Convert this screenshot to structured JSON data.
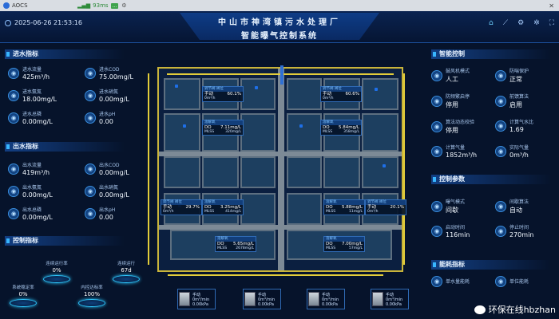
{
  "window": {
    "title": "AOCS",
    "ping": "93ms",
    "badge": "...",
    "close": "✕"
  },
  "header": {
    "datetime": "2025-06-26  21:53:16",
    "title_line1": "中山市神湾镇污水处理厂",
    "title_line2": "智能曝气控制系统",
    "nav_icons": [
      "home-icon",
      "chart-icon",
      "gear-icon",
      "settings-icon",
      "expand-icon"
    ]
  },
  "inflow": {
    "title": "进水指标",
    "items": [
      {
        "label": "进水流量",
        "value": "425m³/h"
      },
      {
        "label": "进水COD",
        "value": "75.00mg/L"
      },
      {
        "label": "进水氨氮",
        "value": "18.00mg/L"
      },
      {
        "label": "进水硝氮",
        "value": "0.00mg/L"
      },
      {
        "label": "进水总磷",
        "value": "0.00mg/L"
      },
      {
        "label": "进水pH",
        "value": "0.00"
      }
    ]
  },
  "outflow": {
    "title": "出水指标",
    "items": [
      {
        "label": "出水流量",
        "value": "419m³/h"
      },
      {
        "label": "出水COD",
        "value": "0.00mg/L"
      },
      {
        "label": "出水氨氮",
        "value": "0.00mg/L"
      },
      {
        "label": "出水硝氮",
        "value": "0.00mg/L"
      },
      {
        "label": "出水总磷",
        "value": "0.00mg/L"
      },
      {
        "label": "出水pH",
        "value": "0.00"
      }
    ]
  },
  "control_metrics": {
    "title": "控制指标",
    "rings": [
      {
        "label": "连续运行率",
        "value": "0%"
      },
      {
        "label": "连续运行",
        "value": "67d"
      },
      {
        "label": "系统稳定率",
        "value": "0%"
      },
      {
        "label": "内控达标率",
        "value": "100%"
      }
    ]
  },
  "smart_control": {
    "title": "智能控制",
    "items": [
      {
        "label": "鼓风机模式",
        "value": "人工"
      },
      {
        "label": "防喘保护",
        "value": "正常"
      },
      {
        "label": "防频繁启停",
        "value": "停用"
      },
      {
        "label": "前馈算法",
        "value": "启用"
      },
      {
        "label": "算法动态校验",
        "value": "停用"
      },
      {
        "label": "计算气水比",
        "value": "1.69"
      },
      {
        "label": "计算气量",
        "value": "1852m³/h"
      },
      {
        "label": "实际气量",
        "value": "0m³/h"
      }
    ]
  },
  "control_params": {
    "title": "控制参数",
    "items": [
      {
        "label": "曝气模式",
        "value": "间歇"
      },
      {
        "label": "间歇算法",
        "value": "自动"
      },
      {
        "label": "启动时间",
        "value": "116min"
      },
      {
        "label": "停止时间",
        "value": "270min"
      }
    ]
  },
  "energy": {
    "title": "能耗指标",
    "items": [
      {
        "label": "单水量能耗",
        "value": ""
      },
      {
        "label": "单位能耗",
        "value": ""
      }
    ]
  },
  "cards": [
    {
      "head": "调节阀 阀位",
      "mode": "手动",
      "pct": "60.1%",
      "flow": "0m³/h"
    },
    {
      "head": "调节阀 阀位",
      "mode": "手动",
      "pct": "60.6%",
      "flow": "0m³/h"
    },
    {
      "head": "溶解氧",
      "do": "7.11mg/L",
      "mlss": "320mg/L"
    },
    {
      "head": "溶解氧",
      "do": "5.84mg/L",
      "mlss": "358mg/L"
    },
    {
      "head": "调节阀 阀位",
      "mode": "手动",
      "pct": "29.7%",
      "flow": "0m³/h"
    },
    {
      "head": "溶解氧",
      "do": "3.25mg/L",
      "mlss": "414mg/L"
    },
    {
      "head": "溶解氧",
      "do": "5.88mg/L",
      "mlss": "11mg/L"
    },
    {
      "head": "调节阀 阀位",
      "mode": "手动",
      "pct": "20.1%",
      "flow": "0m³/h"
    },
    {
      "head": "溶解氧",
      "do": "5.65mg/L",
      "mlss": "2678mg/L"
    },
    {
      "head": "溶解氧",
      "do": "7.00mg/L",
      "mlss": "57mg/L"
    }
  ],
  "blowers": [
    {
      "mode": "手动",
      "flow": "0m³/min",
      "pressure": "0.00kPa"
    },
    {
      "mode": "手动",
      "flow": "0m³/min",
      "pressure": "0.00kPa"
    },
    {
      "mode": "手动",
      "flow": "0m³/min",
      "pressure": "0.00kPa"
    },
    {
      "mode": "手动",
      "flow": "0m³/min",
      "pressure": "0.00kPa"
    }
  ],
  "labels": {
    "do": "DO",
    "mlss": "MLSS"
  },
  "watermark": "环保在线hbzhan"
}
